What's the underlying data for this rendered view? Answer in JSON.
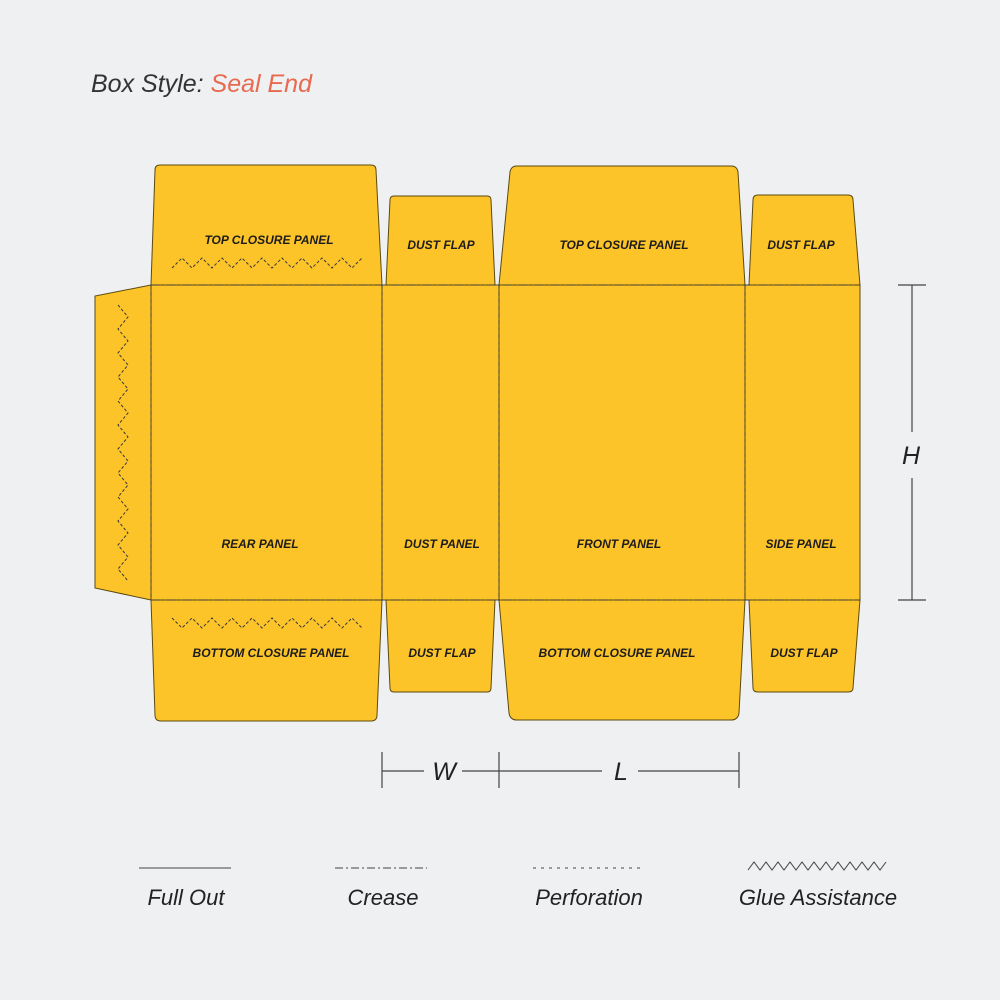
{
  "title": {
    "prefix": "Box Style:",
    "style": "Seal End"
  },
  "colors": {
    "panel_fill": "#fcc429",
    "outline": "#5a4a10",
    "accent": "#e8694f",
    "background": "#eff0f2"
  },
  "panels": {
    "rear": "REAR PANEL",
    "dust_left": "DUST PANEL",
    "front": "FRONT PANEL",
    "side": "SIDE PANEL",
    "top_closure_left": "TOP CLOSURE PANEL",
    "top_dust_left": "DUST FLAP",
    "top_closure_right": "TOP CLOSURE PANEL",
    "top_dust_right": "DUST FLAP",
    "bottom_closure_left": "BOTTOM CLOSURE PANEL",
    "bottom_dust_left": "DUST FLAP",
    "bottom_closure_right": "BOTTOM CLOSURE PANEL",
    "bottom_dust_right": "DUST FLAP"
  },
  "dimensions": {
    "height": "H",
    "width": "W",
    "length": "L"
  },
  "legend": {
    "full_out": "Full Out",
    "crease": "Crease",
    "perforation": "Perforation",
    "glue": "Glue Assistance"
  }
}
